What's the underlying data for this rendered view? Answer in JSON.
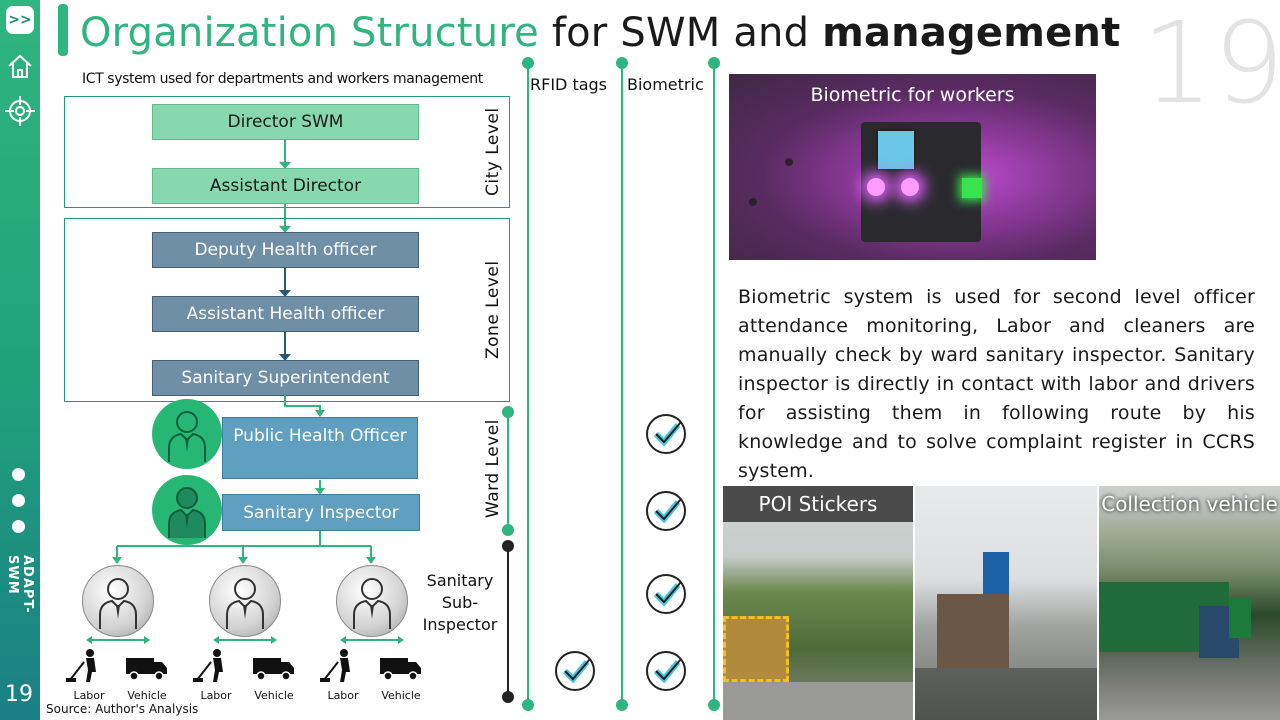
{
  "sidebar": {
    "next_label": ">>",
    "vertical_text": "ADAPT- SWM",
    "page_number": "19",
    "icons": [
      "home-icon",
      "target-icon"
    ]
  },
  "title": {
    "part1": "Organization Structure",
    "part2": " for SWM and ",
    "part3": "management"
  },
  "slide_number": "19",
  "subtitle": "ICT system used for departments and workers management",
  "columns": {
    "rfid": "RFID tags",
    "biometric": "Biometric"
  },
  "levels": {
    "city": "City Level",
    "zone": "Zone Level",
    "ward": "Ward Level"
  },
  "org": {
    "director": "Director SWM",
    "assistant_director": "Assistant Director",
    "deputy_health_officer": "Deputy Health officer",
    "assistant_health_officer": "Assistant Health officer",
    "sanitary_superintendent": "Sanitary Superintendent",
    "public_health_officer": "Public Health Officer",
    "sanitary_inspector": "Sanitary Inspector",
    "sanitary_sub_inspector": "Sanitary Sub-Inspector",
    "labor": "Labor",
    "vehicle": "Vehicle"
  },
  "source": "Source: Author's Analysis",
  "photos": {
    "biometric_caption": "Biometric for workers",
    "poi_caption": "POI Stickers",
    "vehicle_caption": "Collection vehicle"
  },
  "description": "Biometric system is used for second level officer attendance monitoring, Labor and cleaners are manually check by ward sanitary inspector. Sanitary inspector is directly in contact with labor and drivers for assisting them in following route by his knowledge and to solve complaint register in CCRS system.",
  "colors": {
    "accent": "#2fb57f",
    "city_box": "#87d8ae",
    "zone_box": "#6e8fa6",
    "ward_box": "#5f9fbf",
    "check": "#4cc3e3"
  }
}
